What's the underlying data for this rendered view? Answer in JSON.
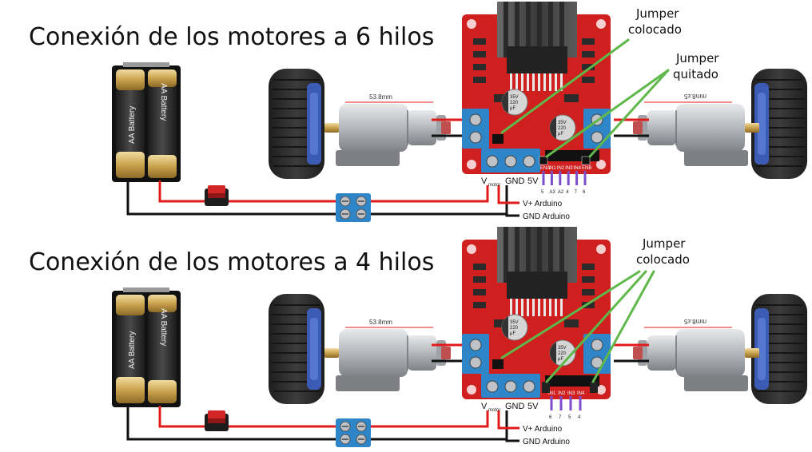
{
  "panels": [
    {
      "title": "Conexión de los motores a 6 hilos",
      "annotations": [
        {
          "lines": [
            "Jumper",
            "colocado"
          ]
        },
        {
          "lines": [
            "Jumper",
            "quitado"
          ]
        }
      ],
      "dim_left": "53.8mm",
      "dim_right": "mm8.ε5",
      "battery_left": "AA Battery",
      "battery_right": "AA Battery",
      "vmotor_main": "V",
      "vmotor_sub": "motor",
      "gnd": "GND",
      "v5": "5V",
      "v_arduino": "V+ Arduino",
      "gnd_arduino": "GND Arduino",
      "header_pins": [
        "ENA",
        "IN1",
        "IN2",
        "IN3",
        "IN4",
        "ENB"
      ],
      "pin_numbers": [
        "5",
        "A3",
        "A2",
        "4",
        "7",
        "6"
      ],
      "cap_text": [
        "35V",
        "220",
        "μF"
      ]
    },
    {
      "title": "Conexión de los motores a 4 hilos",
      "annotations": [
        {
          "lines": [
            "Jumper",
            "colocado"
          ]
        }
      ],
      "dim_left": "53.8mm",
      "dim_right": "mm8.ε5",
      "battery_left": "AA Battery",
      "battery_right": "AA Battery",
      "vmotor_main": "V",
      "vmotor_sub": "motor",
      "gnd": "GND",
      "v5": "5V",
      "v_arduino": "V+ Arduino",
      "gnd_arduino": "GND Arduino",
      "header_pins": [
        "IN1",
        "IN2",
        "IN3",
        "IN4"
      ],
      "pin_numbers": [
        "6",
        "7",
        "5",
        "4"
      ],
      "cap_text": [
        "35V",
        "220",
        "μF"
      ]
    }
  ],
  "colors": {
    "board": "#cf1f1f",
    "terminal_blue": "#2e86c8",
    "wire_red": "#e01b1b",
    "wire_black": "#111111",
    "annotation_green": "#5fb84a",
    "pin_purple": "#7b4fc9",
    "tire": "#2b2b2b",
    "hub": "#3b5bb5",
    "motor_metal": "#b9bcc0",
    "brass": "#c9a24d"
  }
}
